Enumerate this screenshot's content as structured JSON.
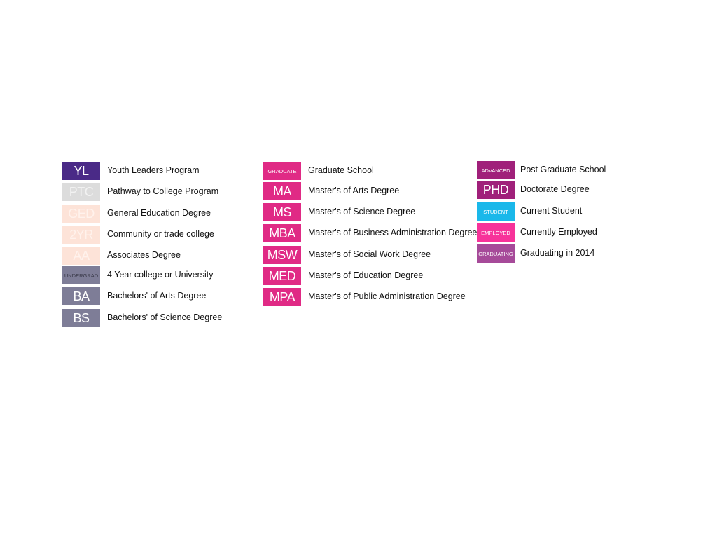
{
  "columns": [
    {
      "items": [
        {
          "badge": "YL",
          "label": "Youth Leaders Program",
          "bg": "#4a2a87",
          "fg": "#ffffff"
        },
        {
          "badge": "PTC",
          "label": "Pathway to College Program",
          "bg": "#dcdcdc",
          "fg": "#f2f2f2"
        },
        {
          "badge": "GED",
          "label": "General Education Degree",
          "bg": "#fde3d8",
          "fg": "#fff2ec"
        },
        {
          "badge": "2YR",
          "label": "Community or trade college",
          "bg": "#fde3d8",
          "fg": "#fff2ec"
        },
        {
          "badge": "AA",
          "label": "Associates Degree",
          "bg": "#fde3d8",
          "fg": "#fff2ec"
        },
        {
          "badge": "UNDERGRAD",
          "label": "4 Year college or University",
          "bg": "#7e7d97",
          "fg": "#3a3a4a"
        },
        {
          "badge": "BA",
          "label": "Bachelors' of Arts  Degree",
          "bg": "#7e7d97",
          "fg": "#ffffff"
        },
        {
          "badge": "BS",
          "label": "Bachelors' of Science  Degree",
          "bg": "#7e7d97",
          "fg": "#ffffff"
        }
      ]
    },
    {
      "items": [
        {
          "badge": "GRADUATE",
          "label": "Graduate School",
          "bg": "#e02a85",
          "fg": "#ffffff"
        },
        {
          "badge": "MA",
          "label": "Master's of Arts  Degree",
          "bg": "#e02a85",
          "fg": "#ffffff"
        },
        {
          "badge": "MS",
          "label": "Master's of Science  Degree",
          "bg": "#e02a85",
          "fg": "#ffffff"
        },
        {
          "badge": "MBA",
          "label": "Master's of Business Administration Degree",
          "bg": "#e02a85",
          "fg": "#ffffff"
        },
        {
          "badge": "MSW",
          "label": "Master's of Social Work  Degree",
          "bg": "#e02a85",
          "fg": "#ffffff"
        },
        {
          "badge": "MED",
          "label": "Master's of Education Degree",
          "bg": "#e02a85",
          "fg": "#ffffff"
        },
        {
          "badge": "MPA",
          "label": "Master's of Public Administration Degree",
          "bg": "#e02a85",
          "fg": "#ffffff"
        }
      ]
    },
    {
      "items": [
        {
          "badge": "ADVANCED",
          "label": "Post Graduate School",
          "bg": "#a0207a",
          "fg": "#ffffff"
        },
        {
          "badge": "PHD",
          "label": "Doctorate Degree",
          "bg": "#a0207a",
          "fg": "#ffffff"
        },
        {
          "badge": "STUDENT",
          "label": "Current Student",
          "bg": "#1ab8ea",
          "fg": "#ffffff"
        },
        {
          "badge": "EMPLOYED",
          "label": "Currently Employed",
          "bg": "#f7339a",
          "fg": "#ffffff"
        },
        {
          "badge": "GRADUATING",
          "label": "Graduating in 2014",
          "bg": "#a64a99",
          "fg": "#ffffff"
        }
      ]
    }
  ]
}
